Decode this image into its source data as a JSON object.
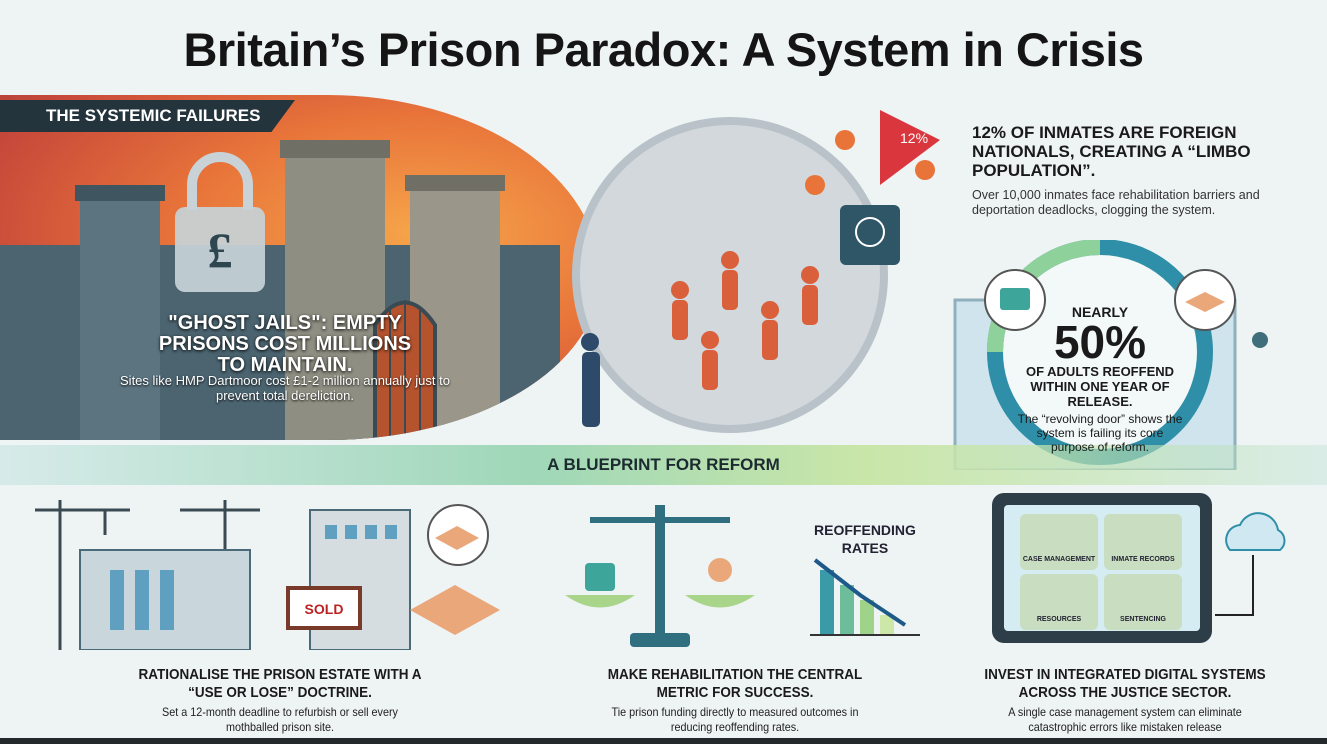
{
  "title": "Britain’s Prison Paradox: A System in Crisis",
  "failures_banner": "THE SYSTEMIC FAILURES",
  "ghost_jails": {
    "title": "\"GHOST JAILS\": EMPTY PRISONS COST MILLIONS TO MAINTAIN.",
    "body": "Sites like HMP Dartmoor cost £1-2 million annually just to prevent total dereliction.",
    "icon_symbol": "£"
  },
  "foreign_nationals": {
    "badge": "12%",
    "title": "12% OF INMATES ARE FOREIGN NATIONALS, CREATING A “LIMBO POPULATION”.",
    "body": "Over 10,000 inmates face rehabilitation barriers and deportation deadlocks, clogging the system."
  },
  "reoffending": {
    "prefix": "NEARLY",
    "value": "50%",
    "title": "OF ADULTS REOFFEND WITHIN ONE YEAR OF RELEASE.",
    "body": "The “revolving door” shows the system is failing its core purpose of reform."
  },
  "reform_banner": "A BLUEPRINT FOR REFORM",
  "reforms": [
    {
      "title": "RATIONALISE THE PRISON ESTATE WITH A “USE OR LOSE” DOCTRINE.",
      "body": "Set a 12-month deadline to refurbish or sell every mothballed prison site.",
      "sign": "SOLD"
    },
    {
      "title": "MAKE REHABILITATION THE CENTRAL METRIC FOR SUCCESS.",
      "body": "Tie prison funding directly to measured outcomes in reducing reoffending rates.",
      "chart_label": "REOFFENDING RATES"
    },
    {
      "title": "INVEST IN INTEGRATED DIGITAL SYSTEMS ACROSS THE JUSTICE SECTOR.",
      "body": "A single case management system can eliminate catastrophic errors like mistaken release",
      "tiles": [
        "CASE MANAGEMENT",
        "INMATE RECORDS",
        "RESOURCES",
        "SENTENCING"
      ]
    }
  ],
  "colors": {
    "hero_orange": "#e8743a",
    "dark": "#24343d",
    "red_badge": "#d9363e",
    "teal": "#2f8fa8",
    "green": "#8fd19a"
  }
}
